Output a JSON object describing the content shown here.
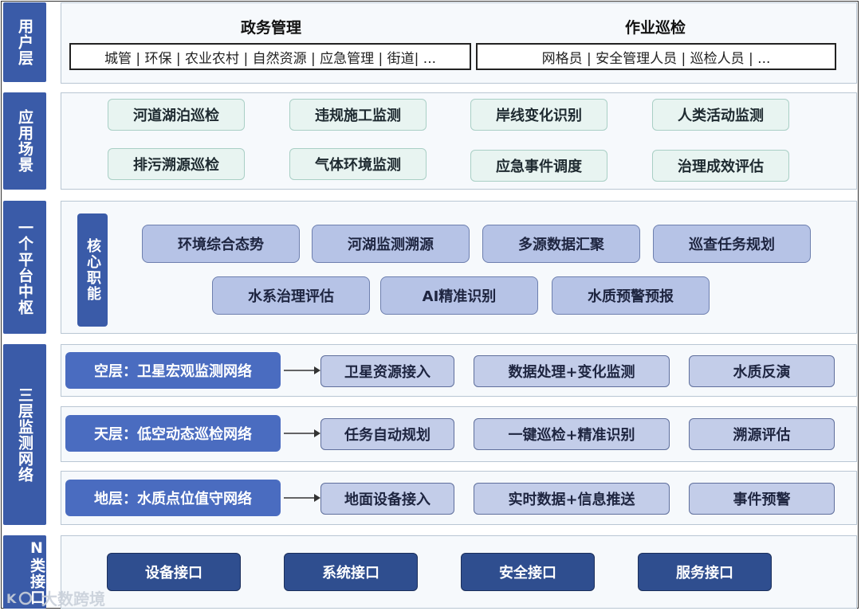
{
  "sidebar": {
    "user_layer": "用户层",
    "scenario_layer": "应用场景",
    "platform_layer": "一个平台中枢",
    "monitoring_layer": "三层监测网络",
    "interface_layer": "N类接口"
  },
  "user_layer": {
    "gov_title": "政务管理",
    "gov_items": "城管 | 环保 | 农业农村 | 自然资源 | 应急管理 | 街道| ...",
    "ops_title": "作业巡检",
    "ops_items": "网格员 | 安全管理人员 | 巡检人员 | ..."
  },
  "scenarios": [
    "河道湖泊巡检",
    "违规施工监测",
    "岸线变化识别",
    "人类活动监测",
    "排污溯源巡检",
    "气体环境监测",
    "应急事件调度",
    "治理成效评估"
  ],
  "platform": {
    "core_label": "核心职能",
    "functions": [
      "环境综合态势",
      "河湖监测溯源",
      "多源数据汇聚",
      "巡查任务规划",
      "水系治理评估",
      "AI精准识别",
      "水质预警预报"
    ]
  },
  "monitoring": [
    {
      "name": "空层：卫星宏观监测网络",
      "steps": [
        "卫星资源接入",
        "数据处理+变化监测",
        "水质反演"
      ]
    },
    {
      "name": "天层：低空动态巡检网络",
      "steps": [
        "任务自动规划",
        "一键巡检+精准识别",
        "溯源评估"
      ]
    },
    {
      "name": "地层：水质点位值守网络",
      "steps": [
        "地面设备接入",
        "实时数据+信息推送",
        "事件预警"
      ]
    }
  ],
  "interfaces": [
    "设备接口",
    "系统接口",
    "安全接口",
    "服务接口"
  ],
  "watermark": "大数跨境"
}
